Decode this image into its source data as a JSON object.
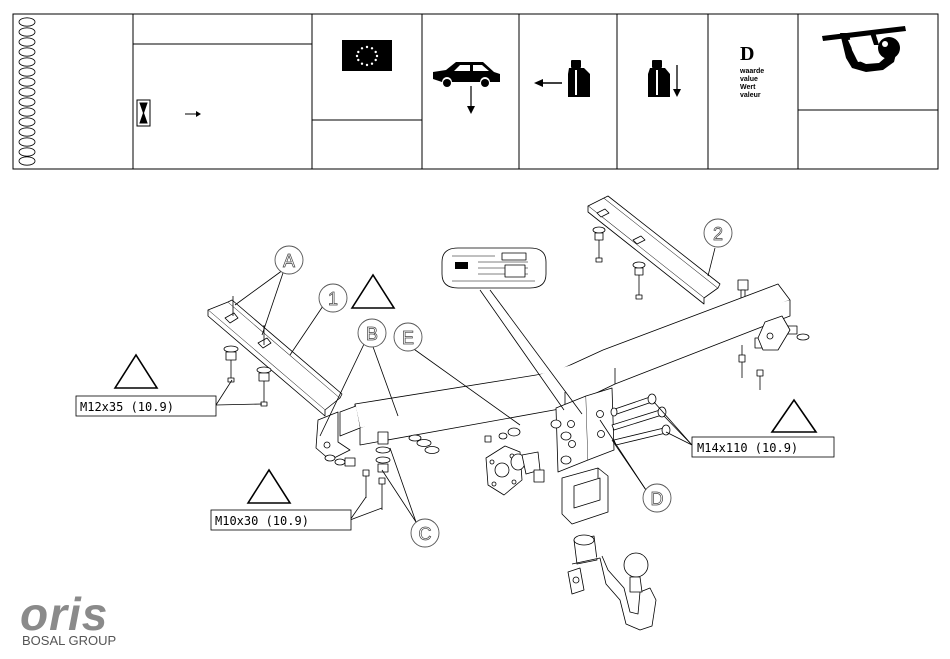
{
  "header": {
    "d_symbol": "D",
    "d_value_words": [
      "waarde",
      "value",
      "Wert",
      "valeur"
    ],
    "icons": {
      "eu_flag": "eu-flag-icon",
      "vehicle_load": "car-vertical-load-icon",
      "towing_mass": "weight-pull-icon",
      "vertical_mass": "weight-down-icon",
      "towbar": "towbar-icon",
      "hourglass": "hourglass-icon",
      "arrow": "arrow-right-icon"
    }
  },
  "parts": {
    "part_1": "1",
    "part_2": "2",
    "part_A": "A",
    "part_B": "B",
    "part_C": "C",
    "part_D": "D",
    "part_E": "E"
  },
  "bolts": {
    "bolt_a": "M12x35 (10.9)",
    "bolt_b": "M10x30 (10.9)",
    "bolt_c": "M14x110 (10.9)"
  },
  "logo": {
    "brand": "oris",
    "group": "BOSAL GROUP"
  }
}
